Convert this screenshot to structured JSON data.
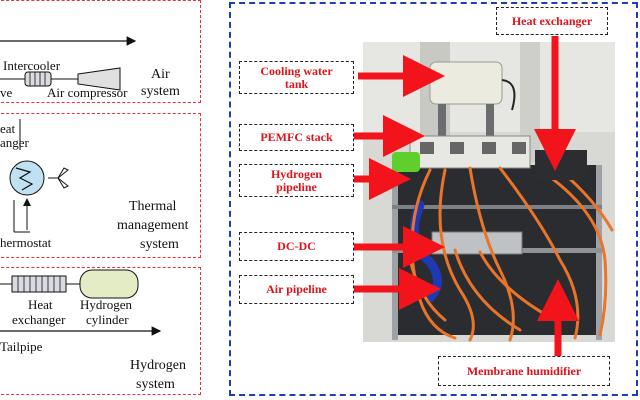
{
  "air_system": {
    "intercooler": "Intercooler",
    "valve_fragment": "ve",
    "compressor": "Air compressor",
    "system_line1": "Air",
    "system_line2": "system"
  },
  "thermal_system": {
    "heat_fragment_1": "eat",
    "heat_fragment_2": "anger",
    "thermostat_fragment": "hermostat",
    "system_line1": "Thermal",
    "system_line2": "management",
    "system_line3": "system"
  },
  "hydrogen_system": {
    "heat_exchanger_line1": "Heat",
    "heat_exchanger_line2": "exchanger",
    "cylinder_line1": "Hydrogen",
    "cylinder_line2": "cylinder",
    "tailpipe_fragment": "Tailpipe",
    "system_line1": "Hydrogen",
    "system_line2": "system"
  },
  "callouts": {
    "heat_exchanger": "Heat exchanger",
    "cooling_water_tank_line1": "Cooling water",
    "cooling_water_tank_line2": "tank",
    "pemfc_stack": "PEMFC stack",
    "hydrogen_pipeline_line1": "Hydrogen",
    "hydrogen_pipeline_line2": "pipeline",
    "dc_dc": "DC-DC",
    "air_pipeline": "Air pipeline",
    "membrane_humidifier": "Membrane humidifier"
  },
  "colors": {
    "callout_text": "#e0141b",
    "arrow": "#f2141a",
    "system_border": "#e8323a",
    "frame_border": "#1d3fb0",
    "cable": "#e9742a",
    "cylinder_fill": "#e3ecc4"
  }
}
